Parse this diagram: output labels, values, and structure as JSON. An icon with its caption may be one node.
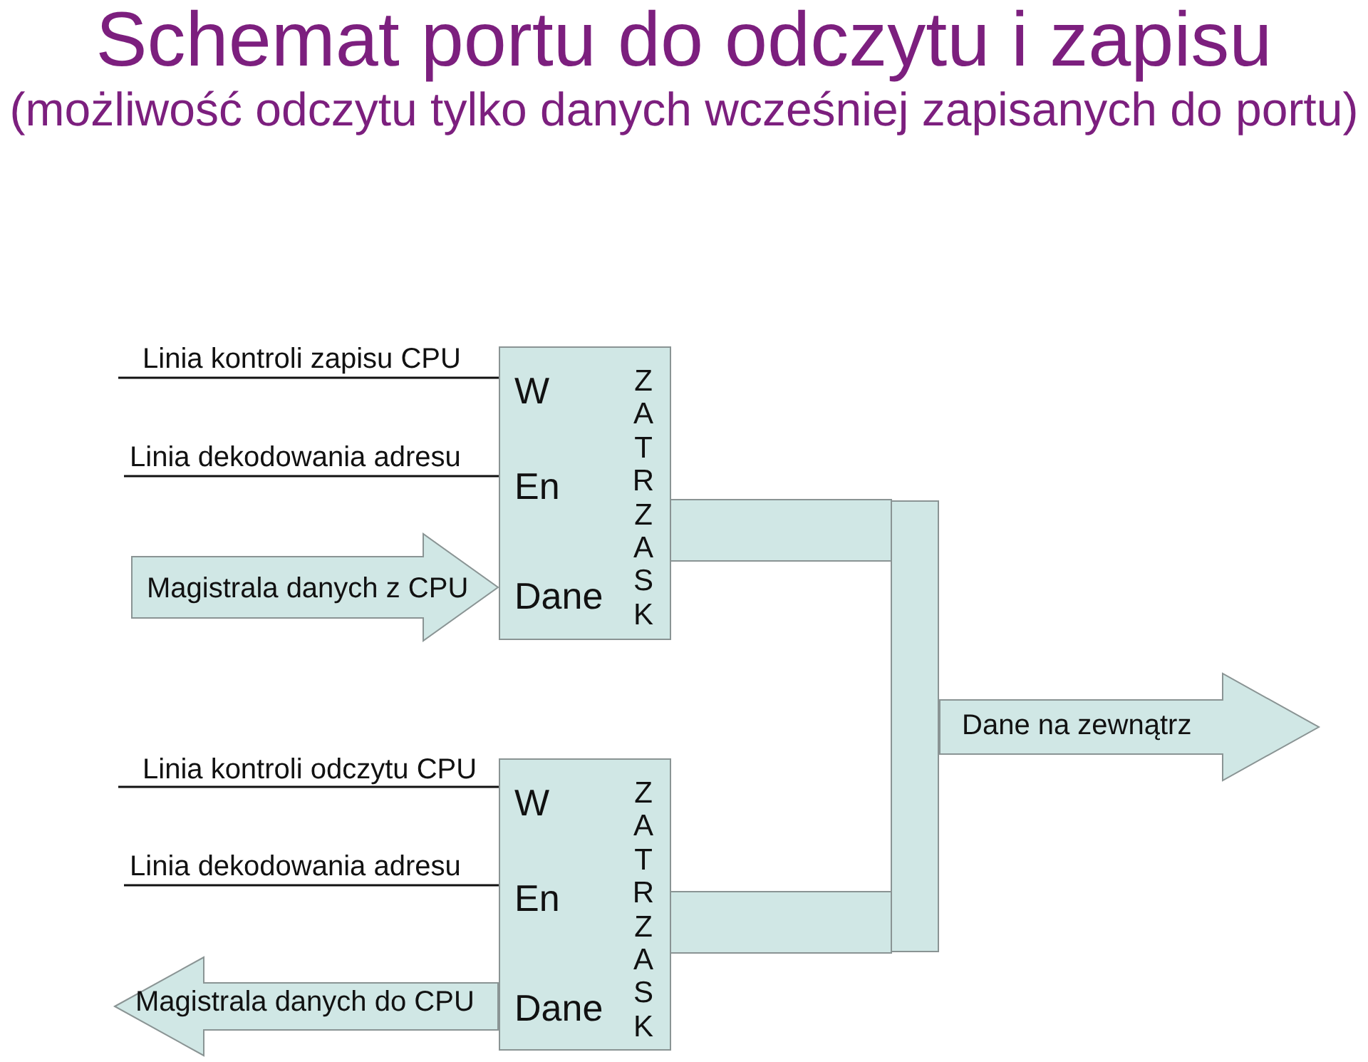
{
  "diagram": {
    "title": "Schemat portu do odczytu i zapisu",
    "nodes": [
      {
        "text": [
          "W",
          "En",
          "Dane",
          "ZATRZASK"
        ]
      },
      {
        "text": [
          "Magistrala danych z CPU"
        ]
      },
      {
        "text": [],
        "shape": "bar"
      },
      {
        "text": [
          "Dane na zewnątrz"
        ]
      },
      {
        "text": [
          "W",
          "En",
          "Dane",
          "ZATRZASK"
        ]
      },
      {
        "text": [
          "Magistrala danych do CPU"
        ]
      }
    ],
    "edges": [
      {
        "from": null,
        "to": 0,
        "arrow": "none",
        "label": "Linia kontroli zapisu CPU"
      },
      {
        "from": null,
        "to": 0,
        "arrow": "none",
        "label": "Linia dekodowania adresu"
      },
      {
        "from": 0,
        "to": 2,
        "arrow": "none",
        "style": "thick",
        "color": "#d0e7e5"
      },
      {
        "from": null,
        "to": 4,
        "arrow": "none",
        "label": "Linia kontroli odczytu CPU"
      },
      {
        "from": null,
        "to": 4,
        "arrow": "none",
        "label": "Linia dekodowania adresu"
      },
      {
        "from": 4,
        "to": 2,
        "arrow": "none",
        "style": "thick",
        "color": "#d0e7e5"
      }
    ],
    "labels": [
      "(możliwość odczytu tylko danych wcześniej zapisanych do portu)"
    ]
  }
}
